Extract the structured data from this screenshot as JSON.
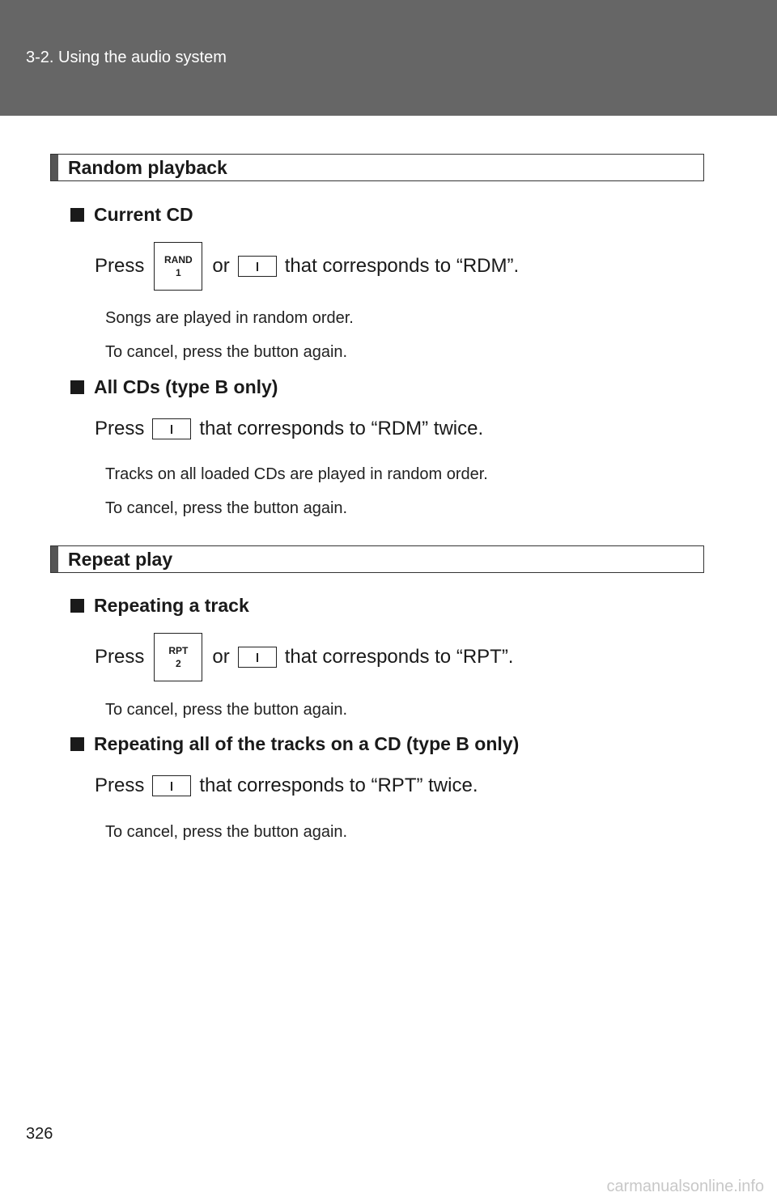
{
  "header": {
    "breadcrumb": "3-2. Using the audio system"
  },
  "sections": {
    "random": {
      "title": "Random playback",
      "current_cd": {
        "heading": "Current CD",
        "press": "Press",
        "or": "or",
        "suffix": "that corresponds to “RDM”.",
        "button": {
          "line1": "RAND",
          "line2": "1"
        },
        "note1": "Songs are played in random order.",
        "note2": "To cancel, press the button again."
      },
      "all_cds": {
        "heading": "All CDs (type B only)",
        "press": "Press",
        "suffix": "that corresponds to “RDM” twice.",
        "note1": "Tracks on all loaded CDs are played in random order.",
        "note2": "To cancel, press the button again."
      }
    },
    "repeat": {
      "title": "Repeat play",
      "track": {
        "heading": "Repeating a track",
        "press": "Press",
        "or": "or",
        "suffix": "that corresponds to “RPT”.",
        "button": {
          "line1": "RPT",
          "line2": "2"
        },
        "note1": "To cancel, press the button again."
      },
      "all_tracks": {
        "heading": "Repeating all of the tracks on a CD (type B only)",
        "press": "Press",
        "suffix": "that corresponds to “RPT” twice.",
        "note1": "To cancel, press the button again."
      }
    }
  },
  "page_number": "326",
  "footer": {
    "url": "carmanualsonline.info"
  }
}
